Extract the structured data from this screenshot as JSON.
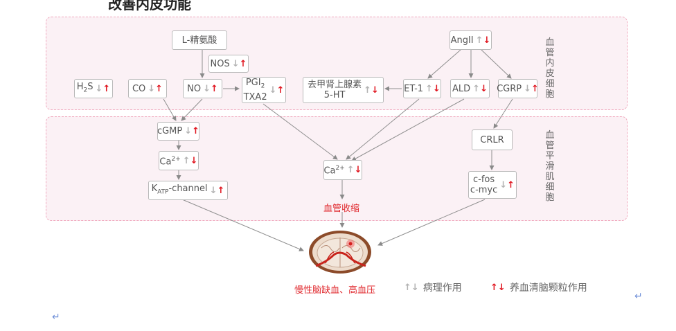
{
  "header": {
    "title": "改善内皮功能"
  },
  "regions": {
    "endothelial_label": "血管内皮细胞",
    "smooth_muscle_label": "血管平滑肌细胞"
  },
  "nodes": {
    "l_arginine": "L-精氨酸",
    "nos": "NOS",
    "h2s_base": "H",
    "h2s_sub": "2",
    "h2s_tail": "S",
    "co": "CO",
    "no": "NO",
    "pgi_base": "PGI",
    "pgi_sub": "2",
    "txa2": "TXA2",
    "norepi": "去甲肾上腺素",
    "serotonin": "5-HT",
    "et1": "ET-1",
    "angii": "AngII",
    "ald": "ALD",
    "cgrp": "CGRP",
    "cgmp": "cGMP",
    "ca_left_base": "Ca",
    "ca_left_sup": "2+",
    "katp_k": "K",
    "katp_sub": "ATP",
    "katp_tail": "-channel",
    "ca_mid_base": "Ca",
    "ca_mid_sup": "2+",
    "crlr": "CRLR",
    "cfos": "c-fos",
    "cmyc": "c-myc"
  },
  "vasoconstriction": "血管收缩",
  "outcome": "慢性脑缺血、高血压",
  "legend": {
    "pathology": "病理作用",
    "treatment": "养血清脑颗粒作用"
  },
  "colors": {
    "pathology_arrow": "#b3b3b3",
    "treatment_arrow": "#e0141e",
    "region_fill": "#fbf1f5",
    "region_border": "#f0a8bd"
  }
}
